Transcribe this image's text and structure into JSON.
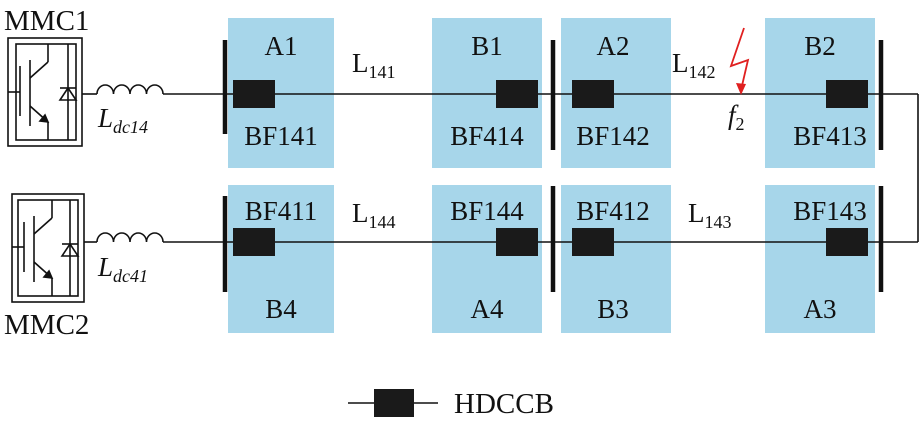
{
  "converters": [
    {
      "name": "MMC1",
      "inductor_main": "L",
      "inductor_sub": "dc14"
    },
    {
      "name": "MMC2",
      "inductor_main": "L",
      "inductor_sub": "dc41"
    }
  ],
  "zones": [
    {
      "label": "A1",
      "breaker": "BF141"
    },
    {
      "label": "B1",
      "breaker": "BF414"
    },
    {
      "label": "A2",
      "breaker": "BF142"
    },
    {
      "label": "B2",
      "breaker": "BF413"
    },
    {
      "label": "B4",
      "breaker": "BF411"
    },
    {
      "label": "A4",
      "breaker": "BF144"
    },
    {
      "label": "B3",
      "breaker": "BF412"
    },
    {
      "label": "A3",
      "breaker": "BF143"
    }
  ],
  "lines": [
    {
      "main": "L",
      "sub": "141"
    },
    {
      "main": "L",
      "sub": "142"
    },
    {
      "main": "L",
      "sub": "144"
    },
    {
      "main": "L",
      "sub": "143"
    }
  ],
  "fault": {
    "main": "f",
    "sub": "2"
  },
  "legend": {
    "label": "HDCCB"
  },
  "colors": {
    "zone_fill": "#a7d6ea",
    "breaker": "#1a1a1a",
    "line": "#111111",
    "fault": "#e02020"
  }
}
